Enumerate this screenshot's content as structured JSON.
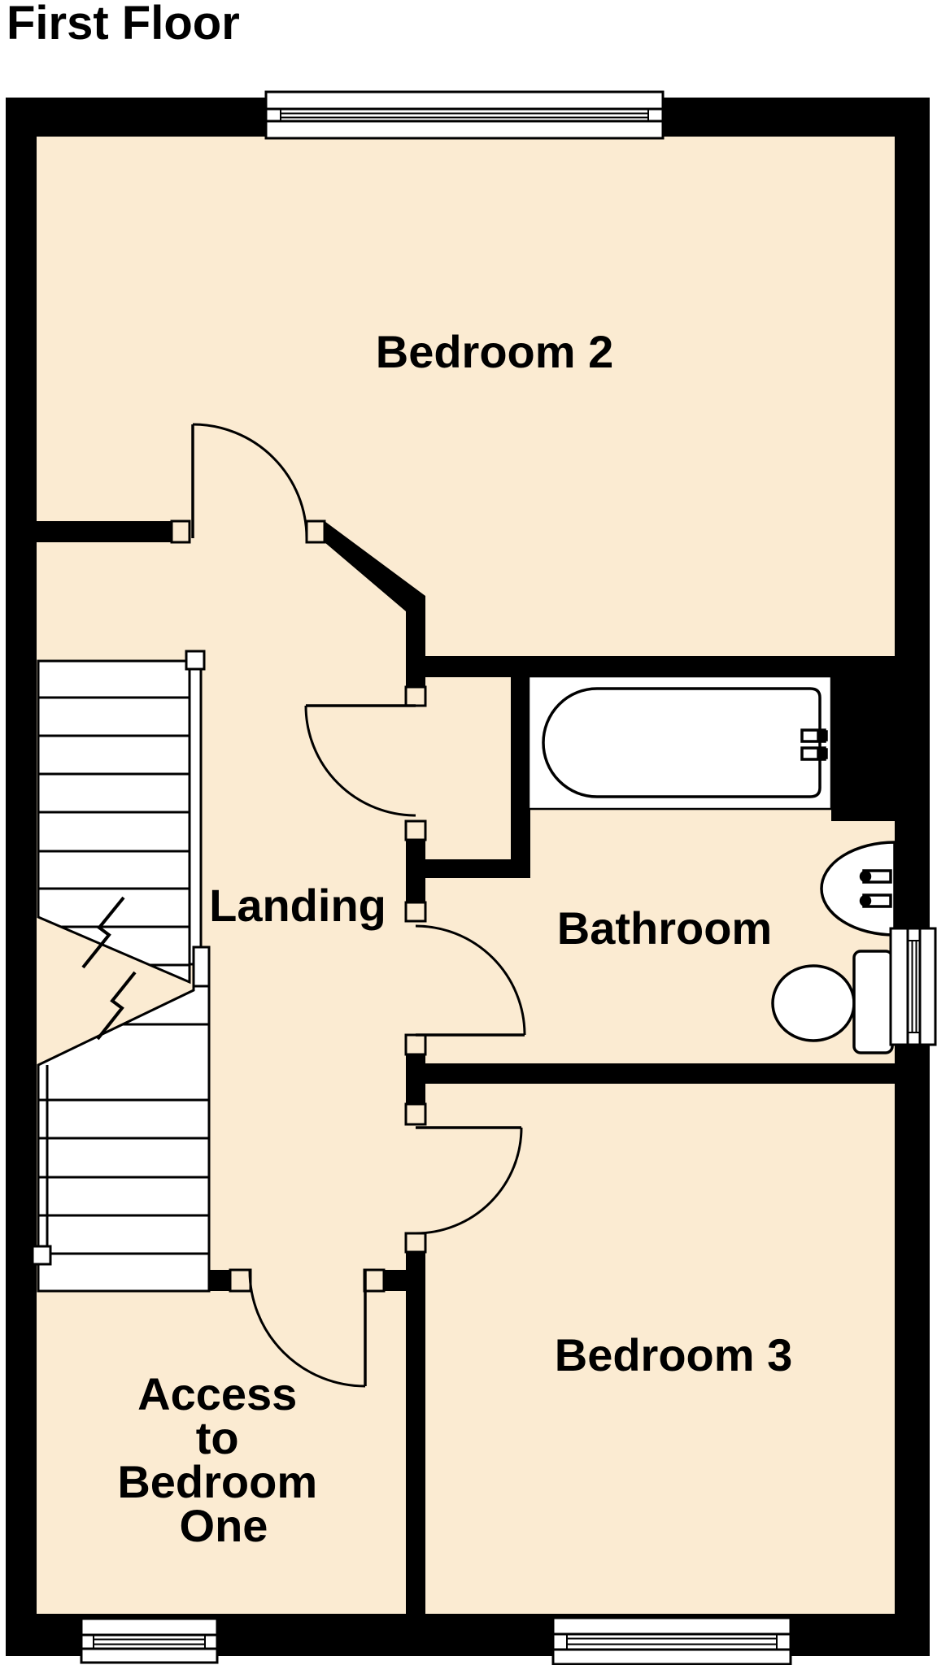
{
  "title": "First Floor",
  "colors": {
    "background": "#FFFFFF",
    "floor": "#FBEBD2",
    "wall": "#000000",
    "fixture": "#FFFFFF",
    "text": "#000000"
  },
  "rooms": {
    "bedroom2": {
      "label": "Bedroom 2"
    },
    "landing": {
      "label": "Landing"
    },
    "bathroom": {
      "label": "Bathroom"
    },
    "bedroom3": {
      "label": "Bedroom 3"
    },
    "access": {
      "lines": [
        "Access",
        "to",
        "Bedroom",
        "One"
      ]
    }
  }
}
